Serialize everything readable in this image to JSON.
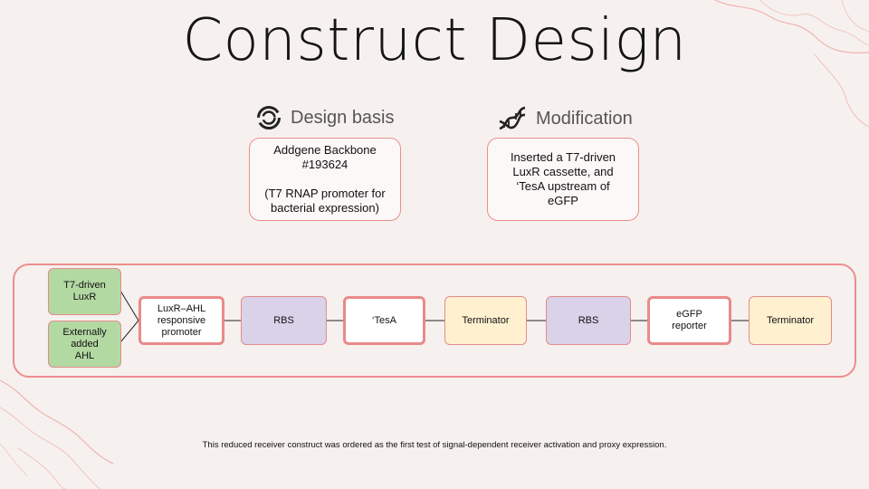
{
  "slide": {
    "title": "Construct Design",
    "caption": "This reduced receiver construct was ordered as the first test of signal-dependent receiver activation and proxy expression."
  },
  "sections": {
    "design_basis": {
      "heading": "Design basis",
      "icon": "circular-arrows-icon",
      "body": "Addgene Backbone\n#193624\n\n(T7 RNAP promoter for\nbacterial expression)"
    },
    "modification": {
      "heading": "Modification",
      "icon": "dna-icon",
      "body": "Inserted a T7-driven\nLuxR cassette, and\n‘TesA upstream of\neGFP"
    }
  },
  "diagram": {
    "inputs": [
      {
        "label": "T7-driven\nLuxR"
      },
      {
        "label": "Externally\nadded\nAHL"
      }
    ],
    "parts": [
      {
        "label": "LuxR–AHL\nresponsive\npromoter",
        "style": "white"
      },
      {
        "label": "RBS",
        "style": "purple"
      },
      {
        "label": "‘TesA",
        "style": "white"
      },
      {
        "label": "Terminator",
        "style": "yellow"
      },
      {
        "label": "RBS",
        "style": "purple"
      },
      {
        "label": "eGFP\nreporter",
        "style": "white"
      },
      {
        "label": "Terminator",
        "style": "yellow"
      }
    ]
  },
  "colors": {
    "accent_border": "#ec8d8d",
    "input_fill": "#b3d9a3",
    "rbs_fill": "#d9d2e9",
    "terminator_fill": "#fff1cf",
    "background": "#f6f1ee"
  }
}
